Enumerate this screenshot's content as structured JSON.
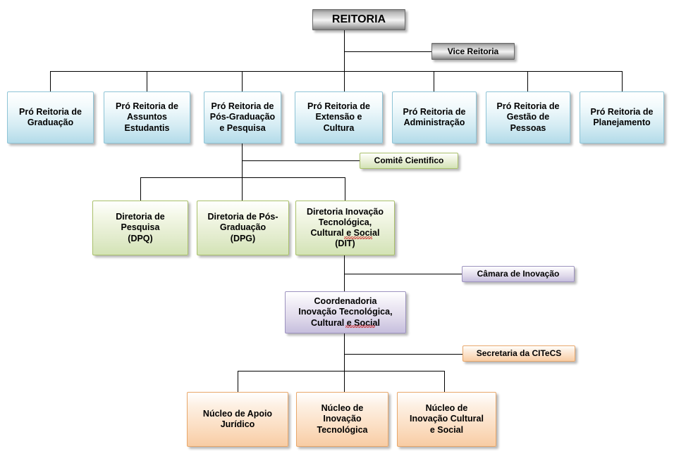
{
  "diagram": {
    "title_node": {
      "label": "REITORIA"
    },
    "vice": {
      "label": "Vice Reitoria"
    },
    "pro_reitorias": [
      {
        "label": "Pró Reitoria de\nGraduação"
      },
      {
        "label": "Pró Reitoria de\nAssuntos\nEstudantis"
      },
      {
        "label": "Pró Reitoria de\nPós-Graduação\ne Pesquisa"
      },
      {
        "label": "Pró Reitoria de\nExtensão e\nCultura"
      },
      {
        "label": "Pró Reitoria de\nAdministração"
      },
      {
        "label": "Pró Reitoria de\nGestão de\nPessoas"
      },
      {
        "label": "Pró Reitoria de\nPlanejamento"
      }
    ],
    "comite": {
      "label": "Comitê Cientifico"
    },
    "diretorias": [
      {
        "label": "Diretoria de\nPesquisa\n(DPQ)"
      },
      {
        "label": "Diretoria de Pós-\nGraduação\n(DPG)"
      },
      {
        "label": "Diretoria Inovação\nTecnológica,\nCultural e Social\n(DIT)"
      }
    ],
    "camara": {
      "label": "Câmara de Inovação"
    },
    "coordenadoria": {
      "label": "Coordenadoria\nInovação Tecnológica,\nCultural e Social"
    },
    "secretaria": {
      "label": "Secretaria da CITeCS"
    },
    "nucleos": [
      {
        "label": "Núcleo de Apoio\nJurídico"
      },
      {
        "label": "Núcleo de\nInovação\nTecnológica"
      },
      {
        "label": "Núcleo de\nInovação Cultural\ne Social"
      }
    ]
  },
  "colors": {
    "line": "#000000",
    "silver_border": "#6a6a6a",
    "blue_border": "#8ec4d6",
    "blue_fill": "#b3dbe9",
    "green_border": "#a9c06a",
    "green_fill": "#d3e3b5",
    "purple_border": "#9d93bf",
    "purple_fill": "#c6bedd",
    "orange_border": "#e8a76a",
    "orange_fill": "#f8cca4",
    "text": "#000000",
    "spellcheck_underline": "#cc2222"
  }
}
